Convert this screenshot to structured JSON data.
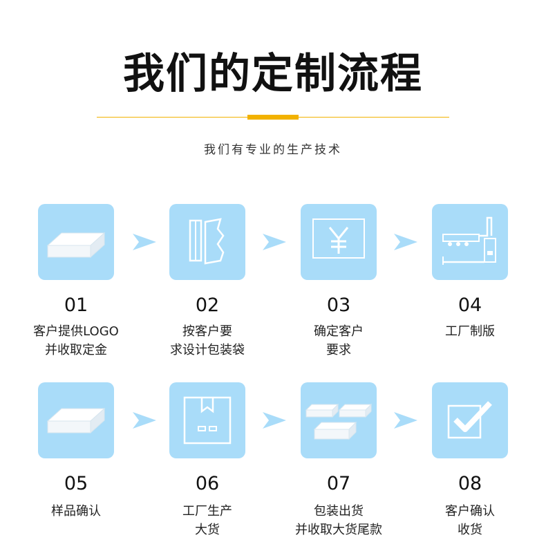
{
  "header": {
    "title": "我们的定制流程",
    "subtitle": "我们有专业的生产技术",
    "accent_color": "#f2b200"
  },
  "tile_color": "#a9dcf9",
  "arrow_color": "#a9dcf9",
  "steps": [
    {
      "number": "01",
      "line1": "客户提供LOGO",
      "line2": "并收取定金",
      "icon": "box-icon"
    },
    {
      "number": "02",
      "line1": "按客户要",
      "line2": "求设计包装袋",
      "icon": "bag-design-icon"
    },
    {
      "number": "03",
      "line1": "确定客户",
      "line2": "要求",
      "icon": "yuan-icon"
    },
    {
      "number": "04",
      "line1": "工厂制版",
      "line2": "",
      "icon": "machine-icon"
    },
    {
      "number": "05",
      "line1": "样品确认",
      "line2": "",
      "icon": "box-icon"
    },
    {
      "number": "06",
      "line1": "工厂生产",
      "line2": "大货",
      "icon": "package-icon"
    },
    {
      "number": "07",
      "line1": "包装出货",
      "line2": "并收取大货尾款",
      "icon": "boxes-icon"
    },
    {
      "number": "08",
      "line1": "客户确认",
      "line2": "收货",
      "icon": "checkbox-icon"
    }
  ]
}
